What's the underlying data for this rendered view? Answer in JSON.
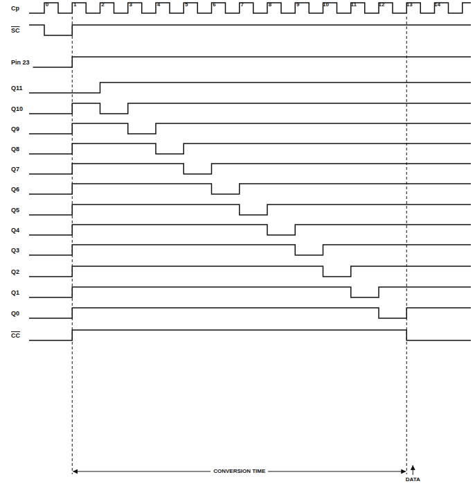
{
  "diagram": {
    "labels": [
      "0",
      "1",
      "2",
      "3",
      "4",
      "5",
      "6",
      "7",
      "8",
      "9",
      "10",
      "11",
      "12",
      "13",
      "14",
      "Cp",
      "SC",
      "Pin 23",
      "Q11",
      "Q10",
      "Q9",
      "Q8",
      "Q7",
      "Q6",
      "Q5",
      "Q4",
      "Q3",
      "Q2",
      "Q1",
      "Q0",
      "CC",
      "CONVERSION TIME",
      "DATA"
    ]
  }
}
